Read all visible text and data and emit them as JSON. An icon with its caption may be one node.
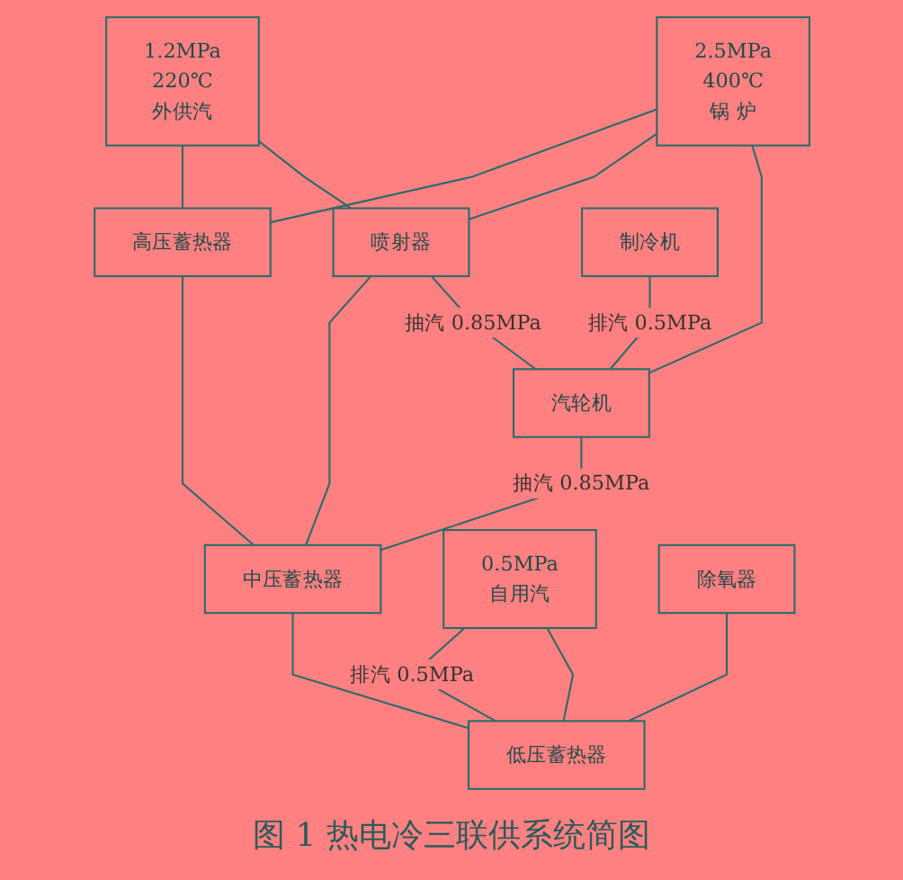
{
  "diagram": {
    "caption": "图 1 热电冷三联供系统简图",
    "nodes": [
      {
        "text": [
          "2.5MPa",
          "400℃",
          "锅 炉"
        ]
      },
      {
        "text": [
          "1.2MPa",
          "220℃",
          "外供汽"
        ]
      },
      {
        "text": [
          "喷射器"
        ]
      },
      {
        "text": [
          "高压蓄热器"
        ]
      },
      {
        "text": [
          "制冷机"
        ]
      },
      {
        "text": [
          "汽轮机"
        ]
      },
      {
        "text": [
          "中压蓄热器"
        ]
      },
      {
        "text": [
          "0.5MPa",
          "自用汽"
        ]
      },
      {
        "text": [
          "除氧器"
        ]
      },
      {
        "text": [
          "低压蓄热器"
        ]
      }
    ],
    "edges": [
      {
        "from": 1,
        "to": 3,
        "arrow": "none"
      },
      {
        "from": 0,
        "to": 3,
        "arrow": "none"
      },
      {
        "from": 0,
        "to": 2,
        "arrow": "none"
      },
      {
        "from": 0,
        "to": 5,
        "arrow": "none"
      },
      {
        "from": 1,
        "to": 2,
        "arrow": "none"
      },
      {
        "from": 2,
        "to": 6,
        "arrow": "none"
      },
      {
        "from": 2,
        "to": 5,
        "arrow": "none",
        "label": "抽汽 0.85MPa"
      },
      {
        "from": 3,
        "to": 6,
        "arrow": "none"
      },
      {
        "from": 4,
        "to": 5,
        "arrow": "none",
        "label": "排汽 0.5MPa"
      },
      {
        "from": 5,
        "to": 6,
        "arrow": "none",
        "label": "抽汽 0.85MPa"
      },
      {
        "from": 6,
        "to": 9,
        "arrow": "none"
      },
      {
        "from": 7,
        "to": 9,
        "arrow": "none",
        "label": "排汽 0.5MPa"
      },
      {
        "from": 8,
        "to": 9,
        "arrow": "none"
      },
      {
        "from": 7,
        "to": 9,
        "arrow": "none"
      }
    ]
  }
}
